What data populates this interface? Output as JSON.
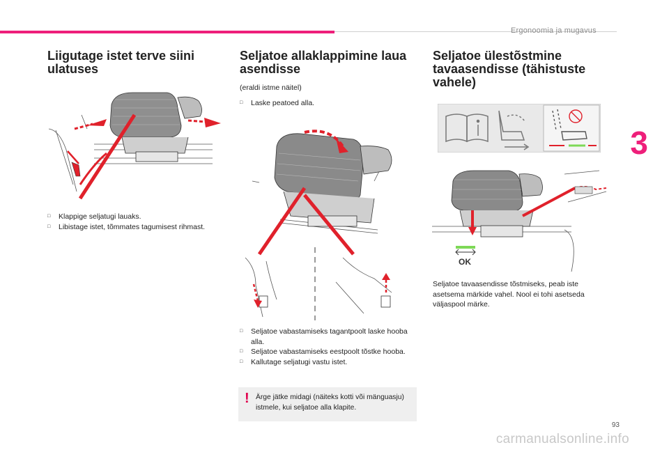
{
  "header": {
    "title": "Ergonoomia ja mugavus",
    "chapter": "3",
    "page": "93"
  },
  "watermark": "carmanualsonline.info",
  "section1": {
    "title": "Liigutage istet terve siini ulatuses",
    "bullets": [
      "Klappige seljatugi lauaks.",
      "Libistage istet, tõmmates tagumisest rihmast."
    ]
  },
  "section2": {
    "title": "Seljatoe allaklappimine laua asendisse",
    "note": "(eraldi istme näitel)",
    "bullet_top": "Laske peatoed alla.",
    "bullets": [
      "Seljatoe vabastamiseks tagantpoolt laske hooba alla.",
      "Seljatoe vabastamiseks eestpoolt tõstke hooba.",
      "Kallutage seljatugi vastu istet."
    ],
    "warning": "Ärge jätke midagi (näiteks kotti või mänguasju) istmele, kui seljatoe alla klapite.",
    "warning_mark": "!"
  },
  "section3": {
    "title": "Seljatoe ülestõstmine tavaasendisse (tähistuste vahele)",
    "ok_label": "OK",
    "text": "Seljatoe tavaasendisse tõstmiseks, peab iste asetsema märkide vahel. Nool ei tohi asetseda väljaspool märke."
  },
  "colors": {
    "accent": "#ee1f7a",
    "arrow": "#e0212b",
    "ok_green": "#7ed957"
  },
  "icons": {
    "bullet": "square-bullet-icon",
    "manual": "manual-info-icon",
    "seat_slide": "seat-slide-icon",
    "seat_marker": "seat-position-marker-icon"
  }
}
